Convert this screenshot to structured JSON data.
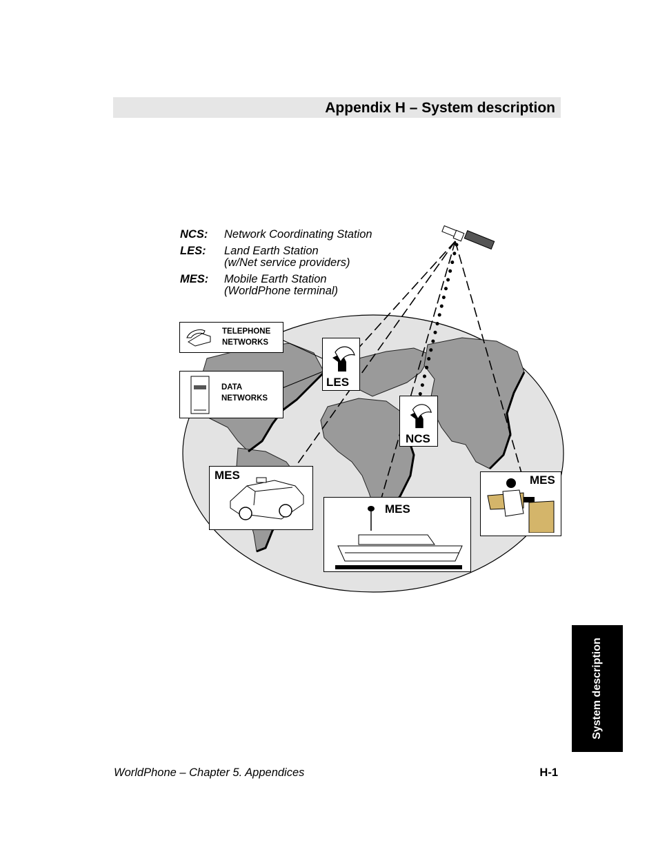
{
  "header": {
    "title": "Appendix H – System description"
  },
  "legend": [
    {
      "key": "NCS:",
      "value": "Network Coordinating Station",
      "value2": ""
    },
    {
      "key": "LES:",
      "value": "Land Earth Station",
      "value2": "(w/Net service providers)"
    },
    {
      "key": "MES:",
      "value": "Mobile Earth Station",
      "value2": "(WorldPhone terminal)"
    }
  ],
  "diagram": {
    "telephone_label": "TELEPHONE\nNETWORKS",
    "data_label": "DATA\nNETWORKS",
    "les_label": "LES",
    "ncs_label": "NCS",
    "mes_car_label": "MES",
    "mes_ship_label": "MES",
    "mes_office_label": "MES"
  },
  "side_tab": "System description",
  "footer": {
    "left": "WorldPhone – Chapter 5. Appendices",
    "right": "H-1"
  }
}
